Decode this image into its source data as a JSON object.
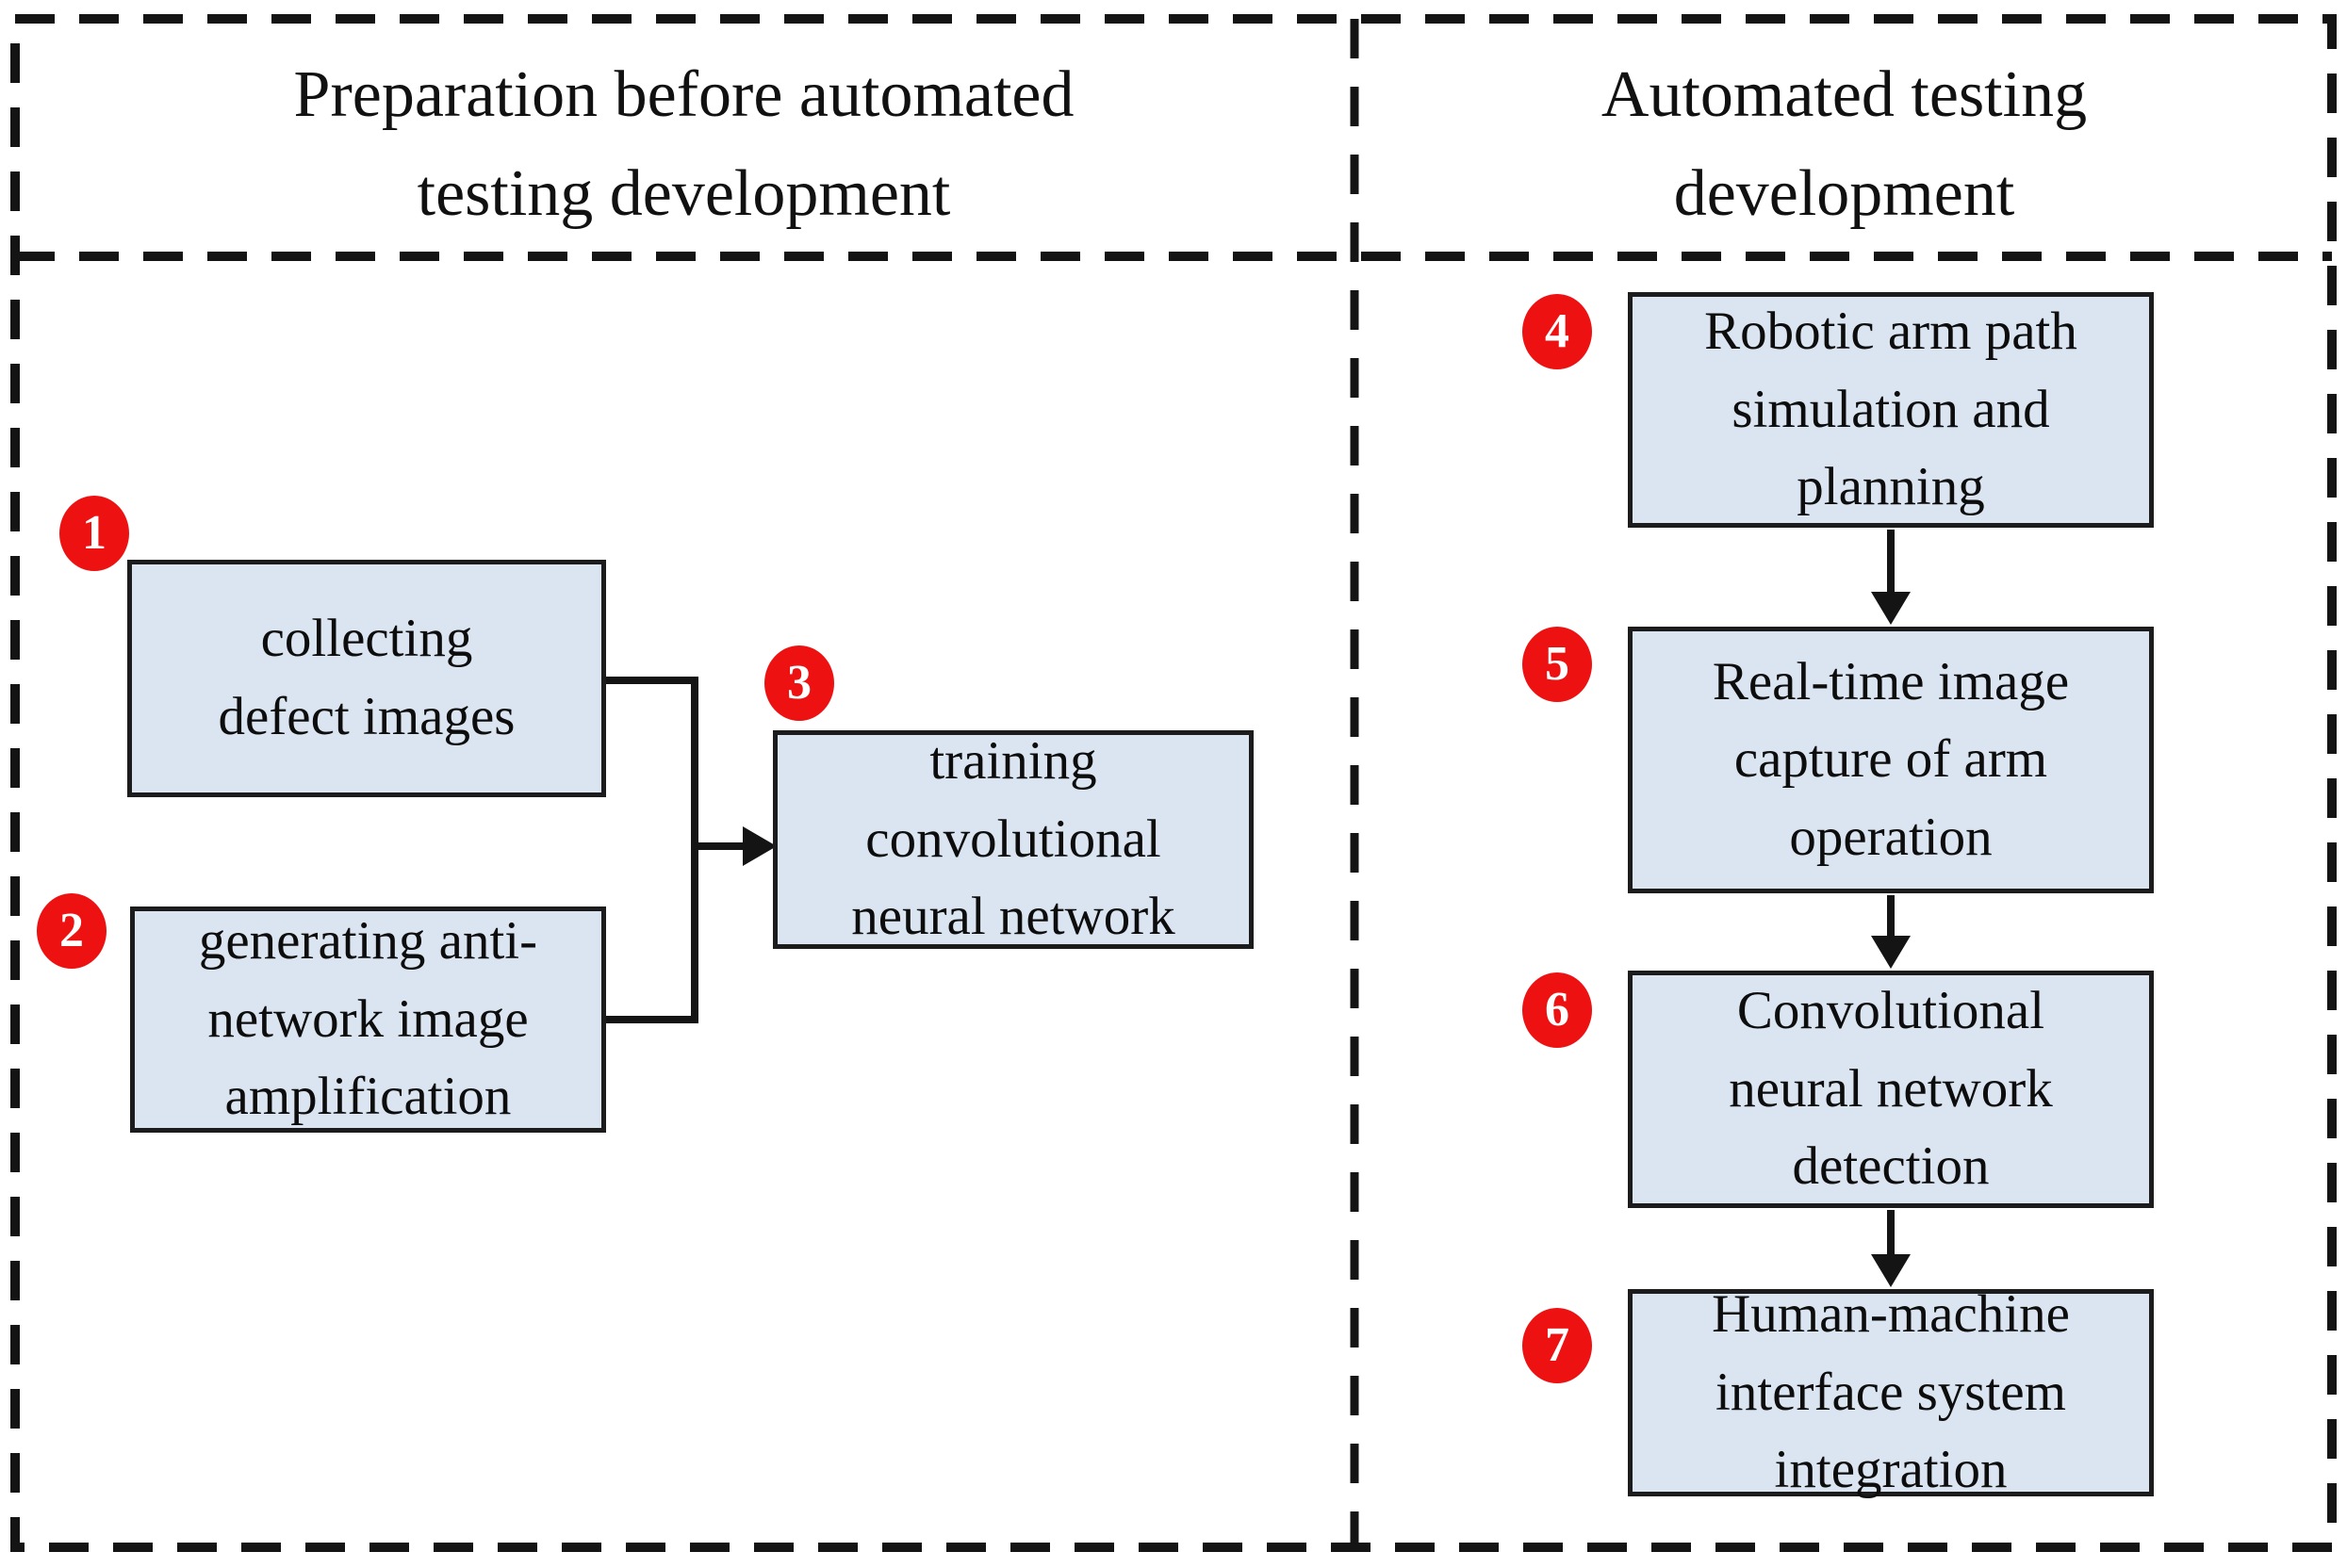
{
  "figure": {
    "type": "flowchart",
    "sections": {
      "preparation": {
        "title": "Preparation before automated\ntesting development",
        "steps": [
          {
            "number": "1",
            "label": "collecting\ndefect images"
          },
          {
            "number": "2",
            "label": "generating anti-\nnetwork image\namplification"
          },
          {
            "number": "3",
            "label": "training\nconvolutional\nneural network"
          }
        ]
      },
      "automated": {
        "title": "Automated testing\ndevelopment",
        "steps": [
          {
            "number": "4",
            "label": "Robotic arm path\nsimulation and\nplanning"
          },
          {
            "number": "5",
            "label": "Real-time image\ncapture of arm\noperation"
          },
          {
            "number": "6",
            "label": "Convolutional\nneural network\ndetection"
          },
          {
            "number": "7",
            "label": "Human-machine\ninterface system\nintegration"
          }
        ]
      }
    },
    "flow": [
      "1 -> 3",
      "2 -> 3",
      "4 -> 5",
      "5 -> 6",
      "6 -> 7"
    ],
    "colors": {
      "box_fill": "#dbe5f1",
      "box_border": "#1c1c1c",
      "badge_fill": "#ee1111",
      "badge_text": "#ffffff",
      "line": "#141414",
      "text": "#0d0d0d",
      "background": "#ffffff"
    }
  }
}
